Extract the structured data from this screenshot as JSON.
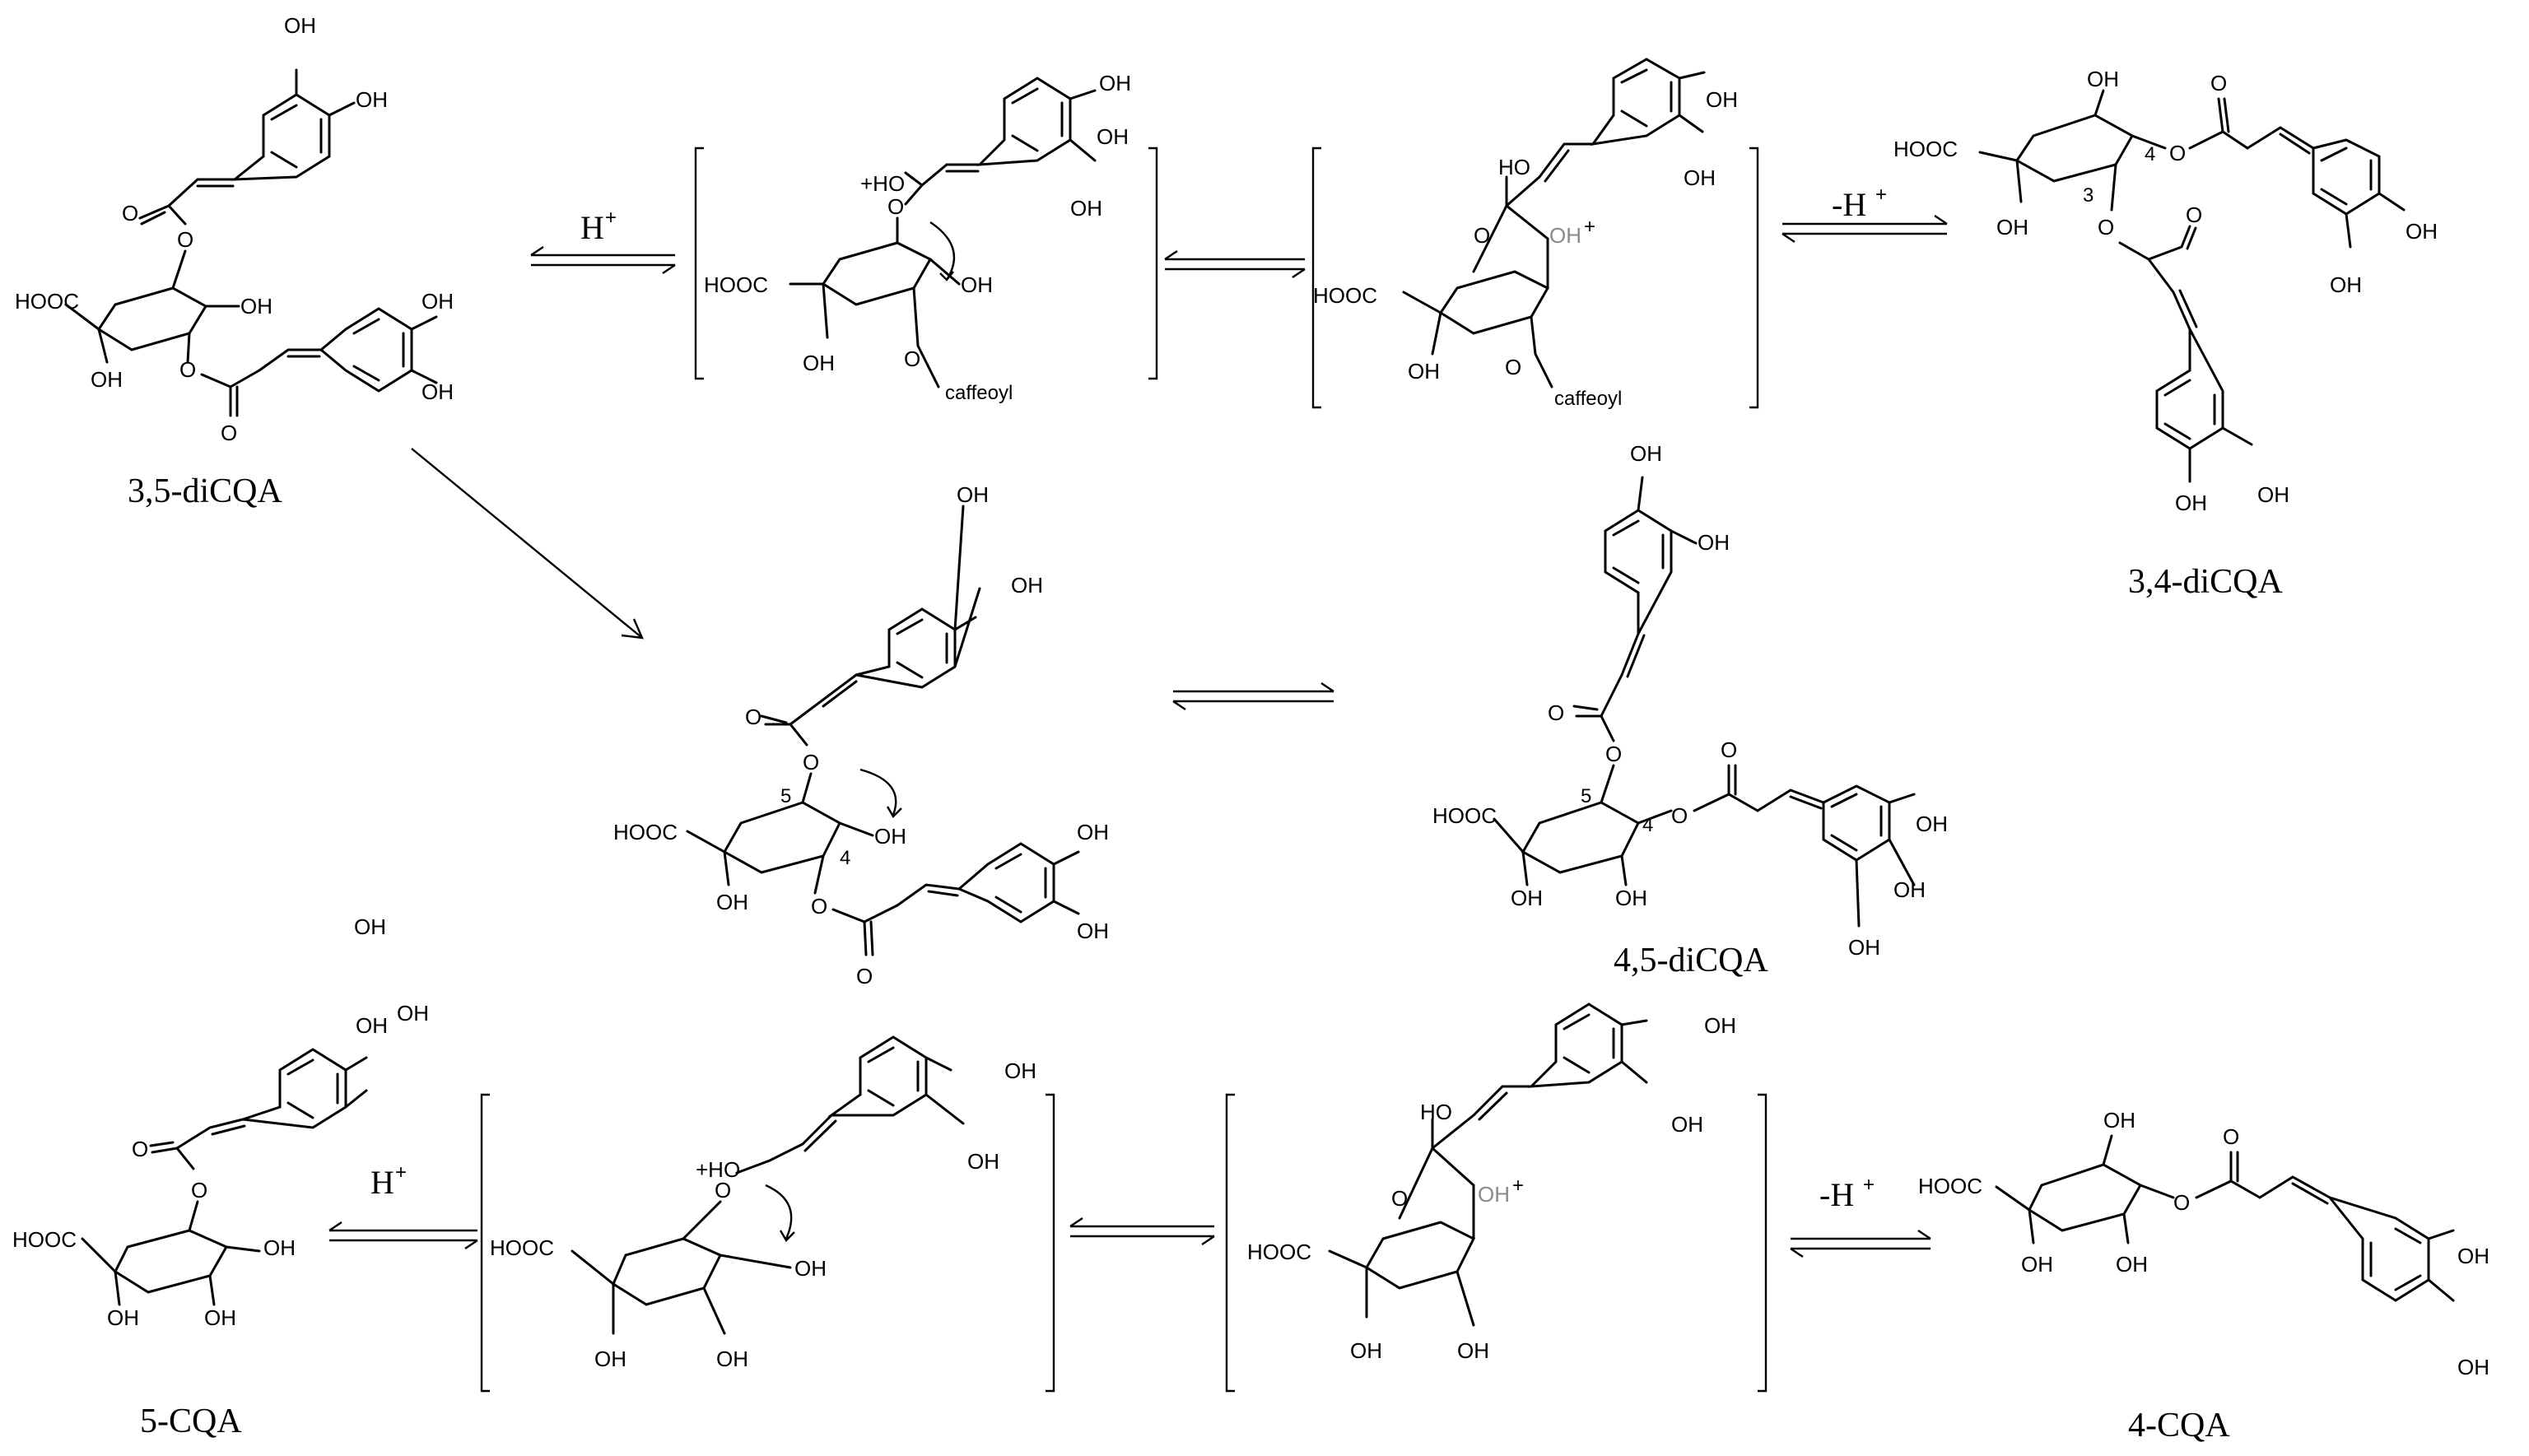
{
  "labels": {
    "diCQA35": "3,5-diCQA",
    "diCQA34": "3,4-diCQA",
    "diCQA45": "4,5-diCQA",
    "cqa5": "5-CQA",
    "cqa4": "4-CQA"
  },
  "reagents": {
    "h_plus": "H",
    "minus_h_plus": "-H",
    "plus_sign": "+"
  },
  "atoms": {
    "oh": "OH",
    "o": "O",
    "hooc": "HOOC",
    "ho": "HO",
    "plus_ho": "+HO",
    "oh_plus": "OH",
    "caffeoyl": "caffeoyl"
  },
  "positions": {
    "p3": "3",
    "p4": "4",
    "p5": "5"
  }
}
